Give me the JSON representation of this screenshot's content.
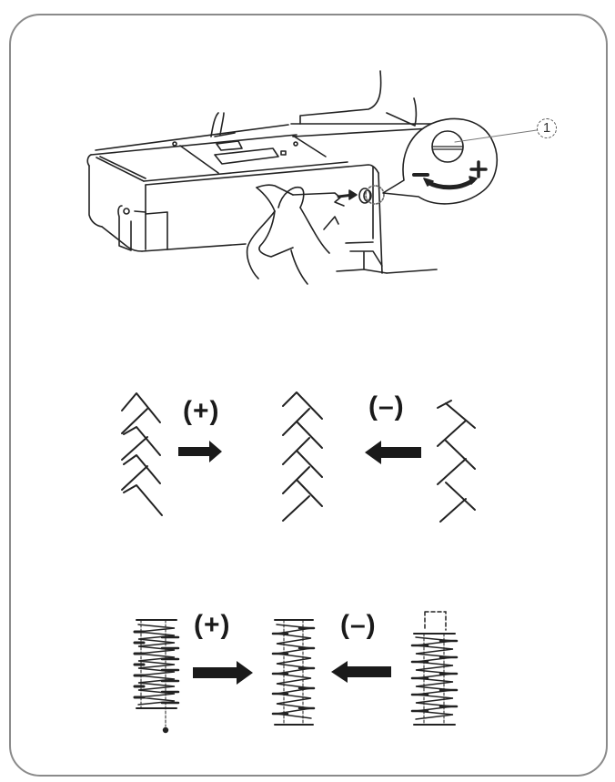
{
  "page": {
    "type": "sewing-machine-manual-illustration",
    "border_color": "#8a8a8a",
    "ink_color": "#1a1a1a"
  },
  "machine_illustration": {
    "description": "Hand turning feed balancing dial on right side of sewing machine",
    "callout": {
      "number": "1",
      "part": "feed-balancing-dial",
      "minus_label": "−",
      "plus_label": "+"
    }
  },
  "stretch_stitch_row": {
    "left_label": "(+)",
    "right_label": "(–)",
    "left_arrow_direction": "right",
    "right_arrow_direction": "left",
    "patterns": [
      "compressed",
      "balanced",
      "stretched"
    ]
  },
  "buttonhole_row": {
    "left_label": "(+)",
    "right_label": "(–)",
    "left_arrow_direction": "right",
    "right_arrow_direction": "left",
    "patterns": [
      "left-leg-short",
      "balanced",
      "right-leg-short"
    ]
  }
}
